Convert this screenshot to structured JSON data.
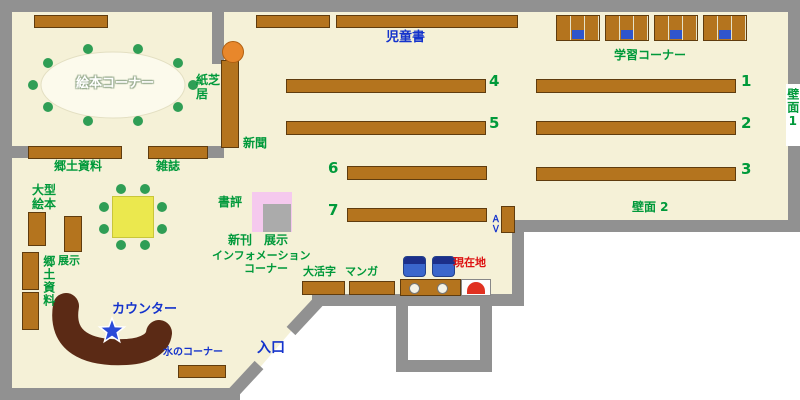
{
  "labels": {
    "ehon_corner": "絵本コーナー",
    "kamishibai": "紙芝居",
    "jidosho": "児童書",
    "gakushu_corner": "学習コーナー",
    "hekimen1": "壁面1",
    "shinbun": "新聞",
    "kyodo_shiryo_upper": "郷土資料",
    "zasshi": "雑誌",
    "ogata_ehon": "大型絵本",
    "kyodo_shiryo_left": "郷土資料",
    "tenji_left": "展示",
    "shohyo": "書評",
    "shinkan": "新刊",
    "tenji_center": "展示",
    "info_line1": "インフォメーション",
    "info_line2": "コーナー",
    "daikatsuji": "大活字",
    "manga": "マンガ",
    "genzaichi": "現在地",
    "counter": "カウンター",
    "mizu_corner": "水のコーナー",
    "iriguchi": "入口",
    "hekimen2": "壁面 2",
    "av": "ＡＶ"
  },
  "shelf_numbers": [
    "1",
    "2",
    "3",
    "4",
    "5",
    "6",
    "7"
  ],
  "icons": {
    "counter_star": "blue-star-marker",
    "current_location": "red-arch-marker",
    "reading_chairs": "green-dot-circles",
    "stool": "orange-circle-stool"
  },
  "colors": {
    "floor": "#f5f1d7",
    "wall": "#919191",
    "shelf_brown": "#b4741e",
    "label_green": "#00993a",
    "label_blue": "#1433cc",
    "label_red": "#dd1111",
    "counter_brown": "#5b2a15",
    "table_yellow": "#ebe84e",
    "chair_green": "#2f9e55",
    "display_pink": "#f5c9ee",
    "stool_orange": "#e8872b",
    "sofa_blue": "#3a66cc"
  }
}
